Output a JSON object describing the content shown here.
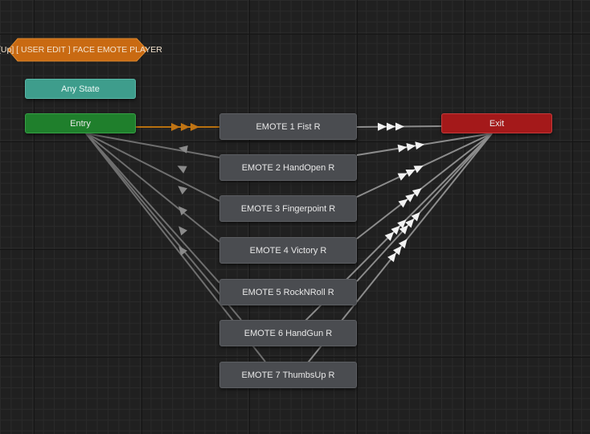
{
  "layer_node": {
    "label": "[Up] [ USER EDIT ] FACE EMOTE PLAYER"
  },
  "nodes": {
    "any_state": "Any State",
    "entry": "Entry",
    "exit": "Exit"
  },
  "states": [
    {
      "label": "EMOTE 1 Fist R"
    },
    {
      "label": "EMOTE 2 HandOpen R"
    },
    {
      "label": "EMOTE 3 Fingerpoint R"
    },
    {
      "label": "EMOTE 4 Victory R"
    },
    {
      "label": "EMOTE 5 RockNRoll R"
    },
    {
      "label": "EMOTE 6 HandGun R"
    },
    {
      "label": "EMOTE 7 ThumbsUp R"
    }
  ],
  "colors": {
    "canvas": "#202020",
    "state": "#4a4c50",
    "any_state": "#3e9d8c",
    "entry": "#1f7f2c",
    "exit": "#a4191a",
    "layer_node": "#c96a12",
    "default_transition": "#b7700f",
    "transition": "#8c8c8c"
  }
}
